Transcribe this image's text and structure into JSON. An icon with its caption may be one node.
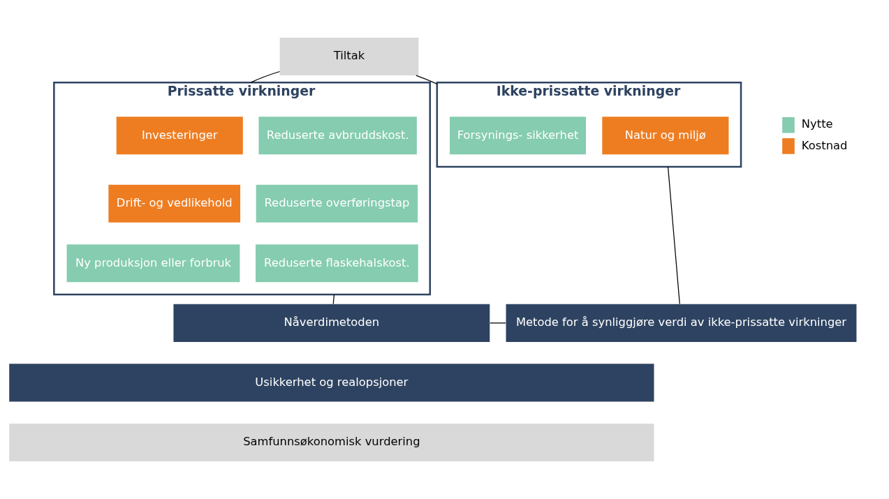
{
  "diagram": {
    "nodes": [
      {
        "text": [
          "Tiltak"
        ]
      },
      {
        "text": [
          "Prissatte virkninger"
        ]
      },
      {
        "text": [
          "Investeringer"
        ],
        "in": 1
      },
      {
        "text": [
          "Reduserte avbruddskost."
        ],
        "in": 1
      },
      {
        "text": [
          "Drift- og vedlikehold"
        ],
        "in": 1
      },
      {
        "text": [
          "Reduserte overføringstap"
        ],
        "in": 1
      },
      {
        "text": [
          "Ny produksjon eller forbruk"
        ],
        "in": 1
      },
      {
        "text": [
          "Reduserte flaskehalskost."
        ],
        "in": 1
      },
      {
        "text": [
          "Ikke-prissatte virkninger"
        ]
      },
      {
        "text": [
          "Forsynings- sikkerhet"
        ],
        "in": 8
      },
      {
        "text": [
          "Natur og miljø"
        ],
        "in": 8
      },
      {
        "text": [
          "Nåverdimetoden"
        ]
      },
      {
        "text": [
          "Metode for å synliggjøre verdi av ikke-prissatte virkninger"
        ]
      },
      {
        "text": [
          "Usikkerhet og realopsjoner"
        ]
      },
      {
        "text": [
          "Samfunnsøkonomisk vurdering"
        ]
      }
    ],
    "edges": [
      {
        "from": 0,
        "to": 1,
        "arrow": "none"
      },
      {
        "from": 0,
        "to": 8,
        "arrow": "none"
      },
      {
        "from": 1,
        "to": 11,
        "arrow": "none"
      },
      {
        "from": 8,
        "to": 12,
        "arrow": "none"
      },
      {
        "from": 11,
        "to": 12,
        "arrow": "none"
      }
    ],
    "legend": [
      {
        "text": "Nytte",
        "color": "#85ccb0"
      },
      {
        "text": "Kostnad",
        "color": "#ee7d22"
      }
    ]
  }
}
